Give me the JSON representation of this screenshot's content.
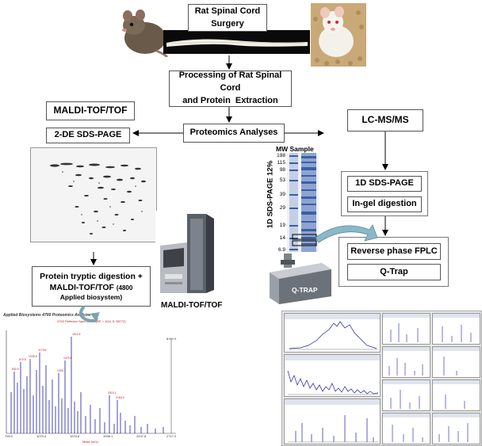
{
  "boxes": {
    "surgery": [
      "Rat Spinal Cord",
      "Surgery"
    ],
    "processing": [
      "Processing of Rat Spinal Cord",
      "and Protein  Extraction"
    ],
    "proteomics": "Proteomics Analyses",
    "maldi_header": "MALDI-TOF/TOF",
    "lcms_header": "LC-MS/MS",
    "twode": "2-DE SDS-PAGE",
    "tryptic_line1": "Protein tryptic digestion +",
    "tryptic_line2": "MALDI-TOF/TOF",
    "tryptic_small": "(4800",
    "tryptic_line3": "Applied biosystem)",
    "oned": "1D SDS-PAGE",
    "ingel": "In-gel digestion",
    "reverse": "Reverse phase FPLC",
    "qtrap_box": "Q-Trap"
  },
  "labels": {
    "maldi_instrument": "MALDI-TOF/TOF",
    "mw_sample": "MW Sample",
    "gel_axis": "1D SDS-PAGE 12%",
    "qtrap_instrument": "Q-TRAP",
    "mw_markers": [
      "198",
      "115",
      "98",
      "53",
      "39",
      "29",
      "19",
      "14",
      "6.9"
    ]
  },
  "spectrum": {
    "title": "Applied Biosystems 4700 Proteomics Analyzer 198",
    "subtitle": "4700 Reflector Spec #1 MC[BP = 1611.5, 58772]",
    "xlabel": "Mass (m/z)",
    "xticks": [
      "799.0",
      "1079.4",
      "1678.8",
      "1998.1",
      "2437.6",
      "2717.0"
    ],
    "corner": "8.66+4"
  },
  "colors": {
    "spectrum_line": "#1a1aa8",
    "spectrum_label": "#c0201a",
    "gel_lane": "#3a5fa8",
    "arrow_fill": "#8ab8c8"
  }
}
